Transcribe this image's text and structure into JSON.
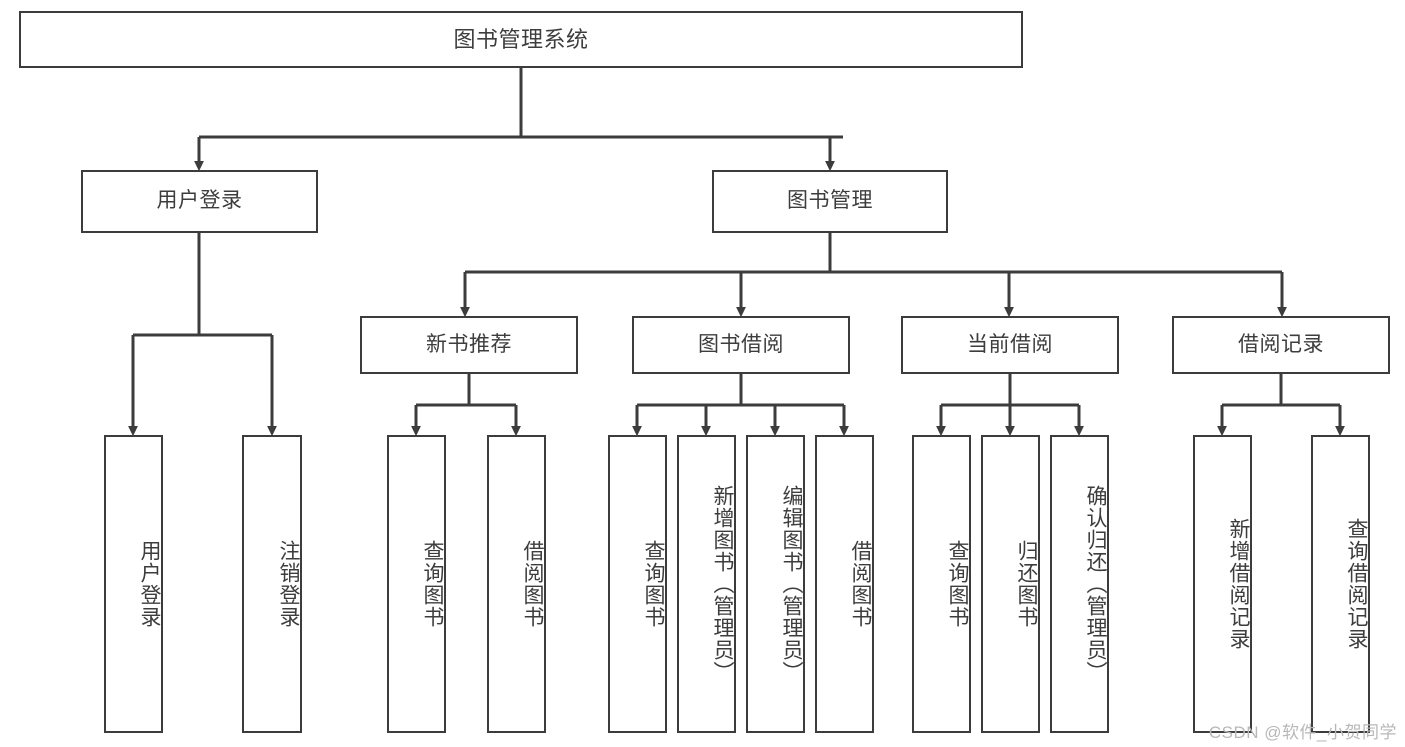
{
  "diagram": {
    "type": "tree-hierarchy",
    "title": "图书管理系统",
    "style": {
      "box_border_color": "#3c3c3c",
      "box_fill_color": "#ffffff",
      "text_color": "#3d3d3d",
      "edge_color": "#3c3c3c",
      "background_color": "#ffffff",
      "watermark_color": "#b8b8b8"
    },
    "root": {
      "id": "root",
      "label": "图书管理系统",
      "orientation": "horizontal"
    },
    "level2": [
      {
        "id": "user-login",
        "label": "用户登录",
        "orientation": "horizontal"
      },
      {
        "id": "book-manage",
        "label": "图书管理",
        "orientation": "horizontal"
      }
    ],
    "level3": [
      {
        "id": "new-book-recommend",
        "label": "新书推荐",
        "orientation": "horizontal"
      },
      {
        "id": "book-borrow",
        "label": "图书借阅",
        "orientation": "horizontal"
      },
      {
        "id": "current-borrow",
        "label": "当前借阅",
        "orientation": "horizontal"
      },
      {
        "id": "borrow-record",
        "label": "借阅记录",
        "orientation": "horizontal"
      }
    ],
    "leaves": [
      {
        "id": "leaf-user-login",
        "label": "用户登录",
        "parent": "user-login",
        "orientation": "vertical"
      },
      {
        "id": "leaf-user-logout",
        "label": "注销登录",
        "parent": "user-login",
        "orientation": "vertical"
      },
      {
        "id": "leaf-query-book-rec",
        "label": "查询图书",
        "parent": "new-book-recommend",
        "orientation": "vertical"
      },
      {
        "id": "leaf-borrow-book-rec",
        "label": "借阅图书",
        "parent": "new-book-recommend",
        "orientation": "vertical"
      },
      {
        "id": "leaf-query-book-brw",
        "label": "查询图书",
        "parent": "book-borrow",
        "orientation": "vertical"
      },
      {
        "id": "leaf-add-book",
        "label": "新增图书（管理员）",
        "parent": "book-borrow",
        "orientation": "vertical"
      },
      {
        "id": "leaf-edit-book",
        "label": "编辑图书（管理员）",
        "parent": "book-borrow",
        "orientation": "vertical"
      },
      {
        "id": "leaf-borrow-book-brw",
        "label": "借阅图书",
        "parent": "book-borrow",
        "orientation": "vertical"
      },
      {
        "id": "leaf-query-book-cur",
        "label": "查询图书",
        "parent": "current-borrow",
        "orientation": "vertical"
      },
      {
        "id": "leaf-return-book",
        "label": "归还图书",
        "parent": "current-borrow",
        "orientation": "vertical"
      },
      {
        "id": "leaf-confirm-return",
        "label": "确认归还（管理员）",
        "parent": "current-borrow",
        "orientation": "vertical"
      },
      {
        "id": "leaf-add-record",
        "label": "新增借阅记录",
        "parent": "borrow-record",
        "orientation": "vertical"
      },
      {
        "id": "leaf-query-record",
        "label": "查询借阅记录",
        "parent": "borrow-record",
        "orientation": "vertical"
      }
    ],
    "watermark": "CSDN @软件_小贺同学"
  }
}
